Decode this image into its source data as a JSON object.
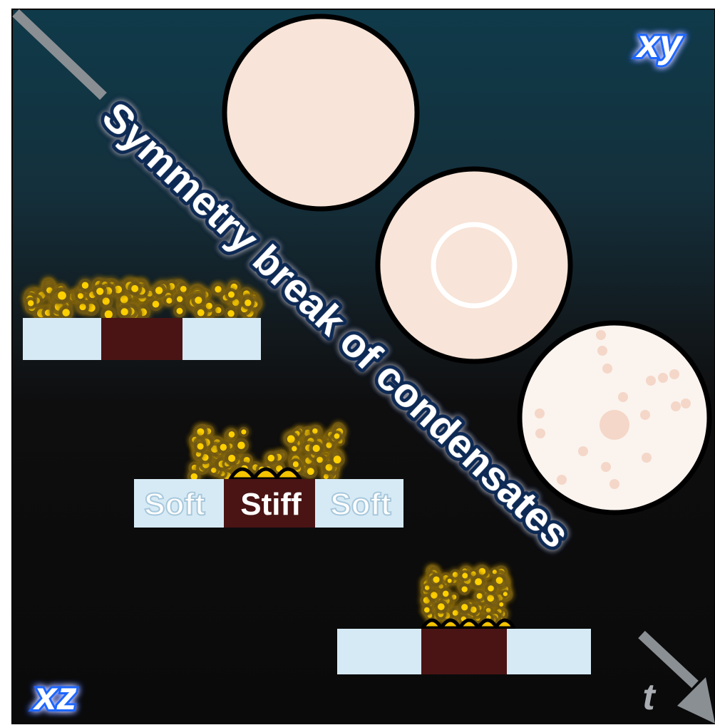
{
  "corner_labels": {
    "top_right": "xy",
    "bottom_left": "xz",
    "time_axis": "t"
  },
  "diagonal_title": "Symmetry break of condensates",
  "substrate_labels": {
    "left": "Soft",
    "middle": "Stiff",
    "right": "Soft"
  },
  "colors": {
    "soft": "#d6eaf5",
    "stiff": "#4a1414",
    "condensate": "#f5c400",
    "xy_fill": "#f8e4d8",
    "glow_blue": "#1a66ff",
    "title_outline": "#0b2a55"
  }
}
